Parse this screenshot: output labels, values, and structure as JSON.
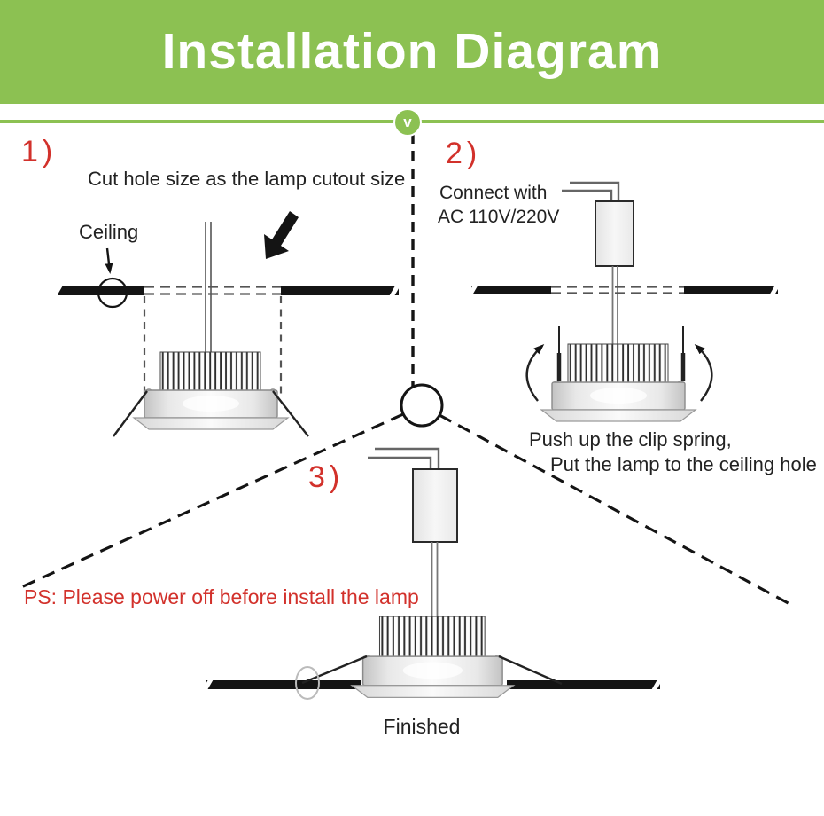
{
  "header": {
    "title": "Installation Diagram",
    "badge": "v"
  },
  "colors": {
    "brand_green": "#8cc152",
    "accent_red": "#d2312b",
    "ink": "#141414"
  },
  "steps": {
    "step1": {
      "label": "1)",
      "caption": "Cut hole size as the lamp cutout size",
      "ceiling_label": "Ceiling"
    },
    "step2": {
      "label": "2)",
      "caption_line1": "Connect with",
      "caption_line2": "AC 110V/220V",
      "note_line1": "Push up the clip spring,",
      "note_line2": "Put the lamp to the ceiling hole"
    },
    "step3": {
      "label": "3)",
      "warning": "PS: Please power off before install the lamp",
      "caption": "Finished"
    }
  }
}
